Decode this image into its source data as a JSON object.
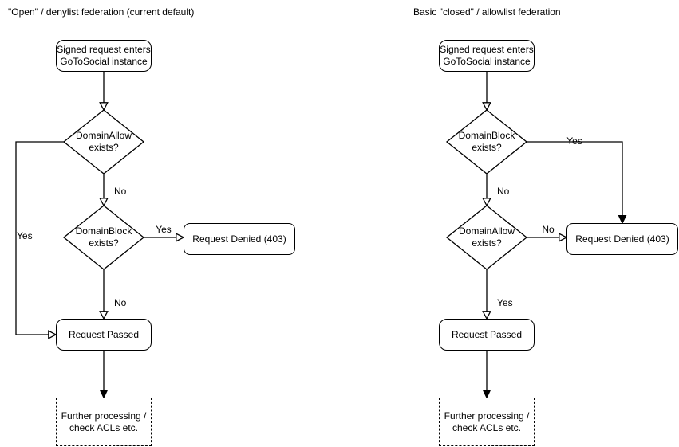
{
  "colors": {
    "stroke": "#000000",
    "node_fill": "#ffffff",
    "text": "#000000",
    "background": "#ffffff"
  },
  "left": {
    "title": "\"Open\" / denylist federation (current default)",
    "start_box": "Signed request enters\nGoToSocial instance",
    "decision1": "DomainAllow\nexists?",
    "decision1_yes_label": "Yes",
    "decision1_no_label": "No",
    "decision2": "DomainBlock\nexists?",
    "decision2_yes_label": "Yes",
    "decision2_no_label": "No",
    "denied_box": "Request Denied (403)",
    "passed_box": "Request Passed",
    "further_box": "Further processing /\ncheck ACLs etc."
  },
  "right": {
    "title": "Basic \"closed\" / allowlist federation",
    "start_box": "Signed request enters\nGoToSocial instance",
    "decision1": "DomainBlock\nexists?",
    "decision1_yes_label": "Yes",
    "decision1_no_label": "No",
    "decision2": "DomainAllow\nexists?",
    "decision2_no_label": "No",
    "decision2_yes_label": "Yes",
    "denied_box": "Request Denied (403)",
    "passed_box": "Request Passed",
    "further_box": "Further processing /\ncheck ACLs etc."
  }
}
